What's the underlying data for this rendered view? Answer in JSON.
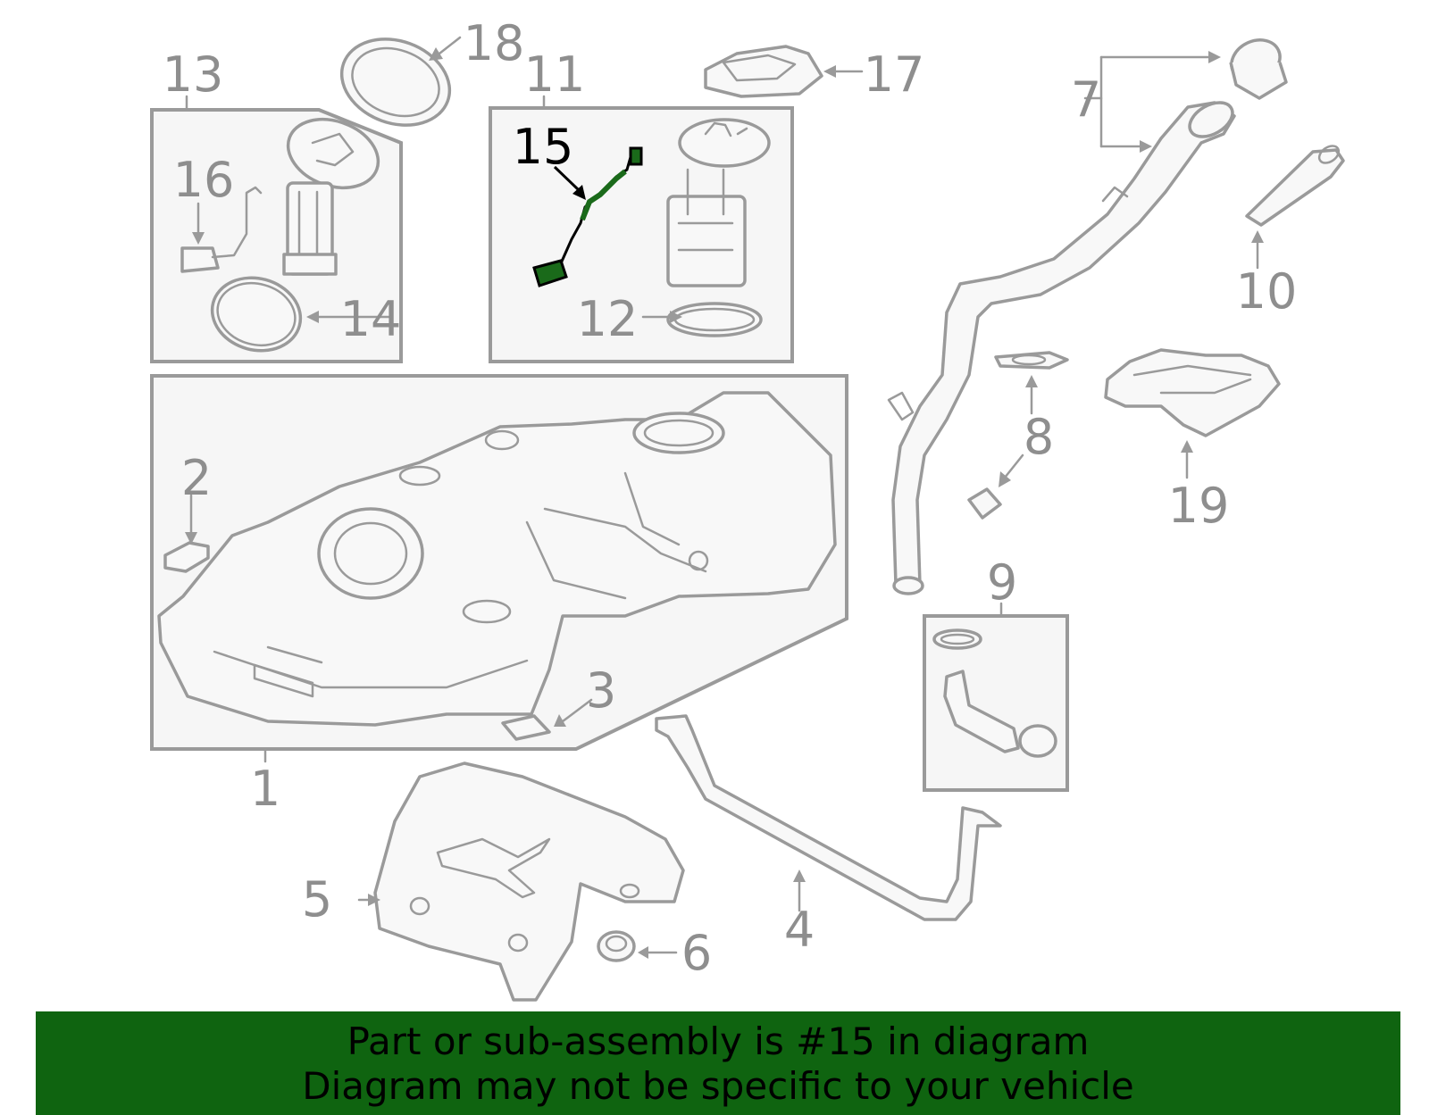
{
  "callouts": [
    "1",
    "2",
    "3",
    "4",
    "5",
    "6",
    "7",
    "8",
    "9",
    "10",
    "11",
    "12",
    "13",
    "14",
    "15",
    "16",
    "17",
    "18",
    "19"
  ],
  "highlighted_part": "15",
  "highlight_color": "#1a6a1a",
  "banner": {
    "line1": "Part or sub-assembly is #15 in diagram",
    "line2": "Diagram may not be specific to your vehicle",
    "background": "#0f6410"
  }
}
